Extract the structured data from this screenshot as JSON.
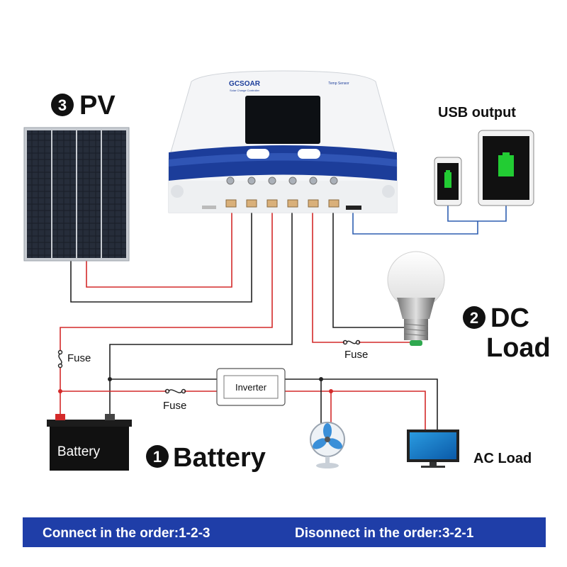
{
  "controller": {
    "brand": "GCSOAR",
    "subtitle": "Solar Charge Controller",
    "sensor_label": "Temp Sensor"
  },
  "steps": {
    "pv": {
      "number": "3",
      "label": "PV"
    },
    "dc_load": {
      "number": "2",
      "label_line1": "DC",
      "label_line2": "Load"
    },
    "battery": {
      "number": "1",
      "label": "Battery"
    }
  },
  "labels": {
    "usb_output": "USB output",
    "ac_load": "AC Load",
    "inverter": "Inverter",
    "battery_case": "Battery",
    "fuse_battery": "Fuse",
    "fuse_inverter": "Fuse",
    "fuse_load": "Fuse"
  },
  "banner": {
    "connect": "Connect in the order:1-2-3",
    "disconnect": "Disonnect in the order:3-2-1"
  },
  "colors": {
    "wire_red": "#d42a2a",
    "wire_black": "#222222",
    "wire_blue": "#2f5fb0",
    "controller_band": "#1c3d9a",
    "banner_bg": "#1f3ea8",
    "battery_green": "#22cc33"
  }
}
